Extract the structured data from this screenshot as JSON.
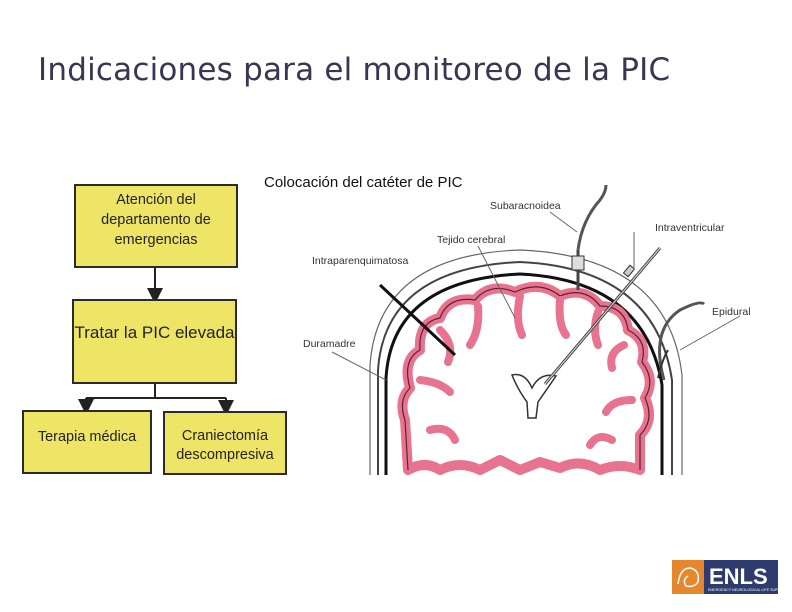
{
  "slide": {
    "title": "Indicaciones para el monitoreo de la PIC"
  },
  "flowchart": {
    "box1": "Atención del departamento de emergencias",
    "box2": "Tratar la PIC elevada",
    "box3": "Terapia médica",
    "box4": "Craniectomía descompresiva"
  },
  "illustration": {
    "heading": "Colocación del catéter de PIC",
    "labels": {
      "subarachnoid": "Subaracnoidea",
      "intraventricular": "Intraventricular",
      "brain_tissue": "Tejido cerebral",
      "intraparenchymal": "Intraparenquimatosa",
      "epidural": "Epidural",
      "dura": "Duramadre"
    },
    "colors": {
      "cortex": "#e8738f",
      "fill": "#ffffff",
      "box": "#eee567"
    }
  },
  "logo": {
    "text": "ENLS",
    "subtext": "EMERGENCY NEUROLOGICAL LIFE SUPPORT",
    "color": "#e6862e"
  }
}
